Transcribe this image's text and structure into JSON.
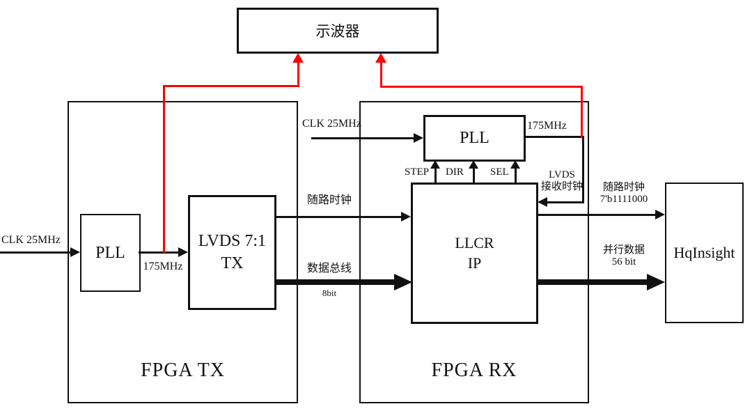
{
  "oscilloscope": {
    "label": "示波器"
  },
  "fpga_tx": {
    "label": "FPGA TX",
    "pll_label": "PLL",
    "lvds_label": "LVDS 7:1\nTX"
  },
  "fpga_rx": {
    "label": "FPGA RX",
    "pll_label": "PLL",
    "llcr_label": "LLCR\nIP"
  },
  "receiver": {
    "label": "HqInsight"
  },
  "signals": {
    "tx_clk": "CLK 25MHz",
    "tx_pll_freq": "175MHz",
    "channel_clock": "随路时钟",
    "data_bus": "数据总线",
    "data_bus_width": "8bit",
    "rx_clk": "CLK 25MHz",
    "rx_pll_freq": "175MHz",
    "step": "STEP",
    "dir": "DIR",
    "sel": "SEL",
    "lvds_rx_clock": "LVDS\n接收时钟",
    "out_clock": "随路时钟\n7'b1111000",
    "parallel_data": "并行数据\n56 bit"
  },
  "colors": {
    "line": "#111111",
    "probe": "#ff0000",
    "background": "#ffffff"
  }
}
